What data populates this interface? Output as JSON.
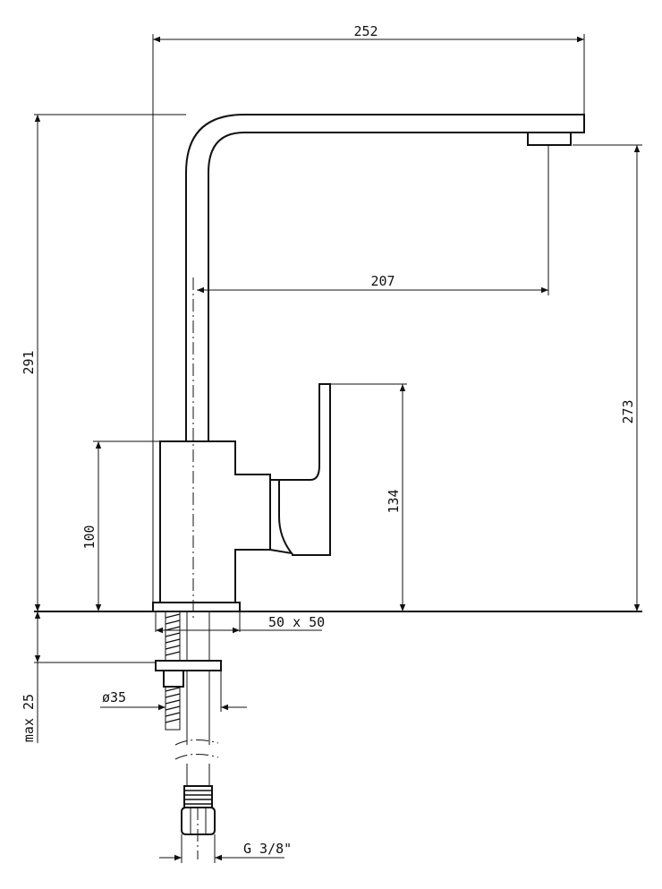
{
  "drawing": {
    "dimensions": {
      "total_width": "252",
      "total_height": "291",
      "spout_height": "273",
      "spout_reach": "207",
      "lever_height": "134",
      "body_height": "100",
      "base_size": "50 x 50",
      "hole_diameter": "ø35",
      "max_counter_thickness": "max 25",
      "connection_thread": "G 3/8\""
    },
    "colors": {
      "line": "#111111",
      "background": "#ffffff"
    }
  }
}
